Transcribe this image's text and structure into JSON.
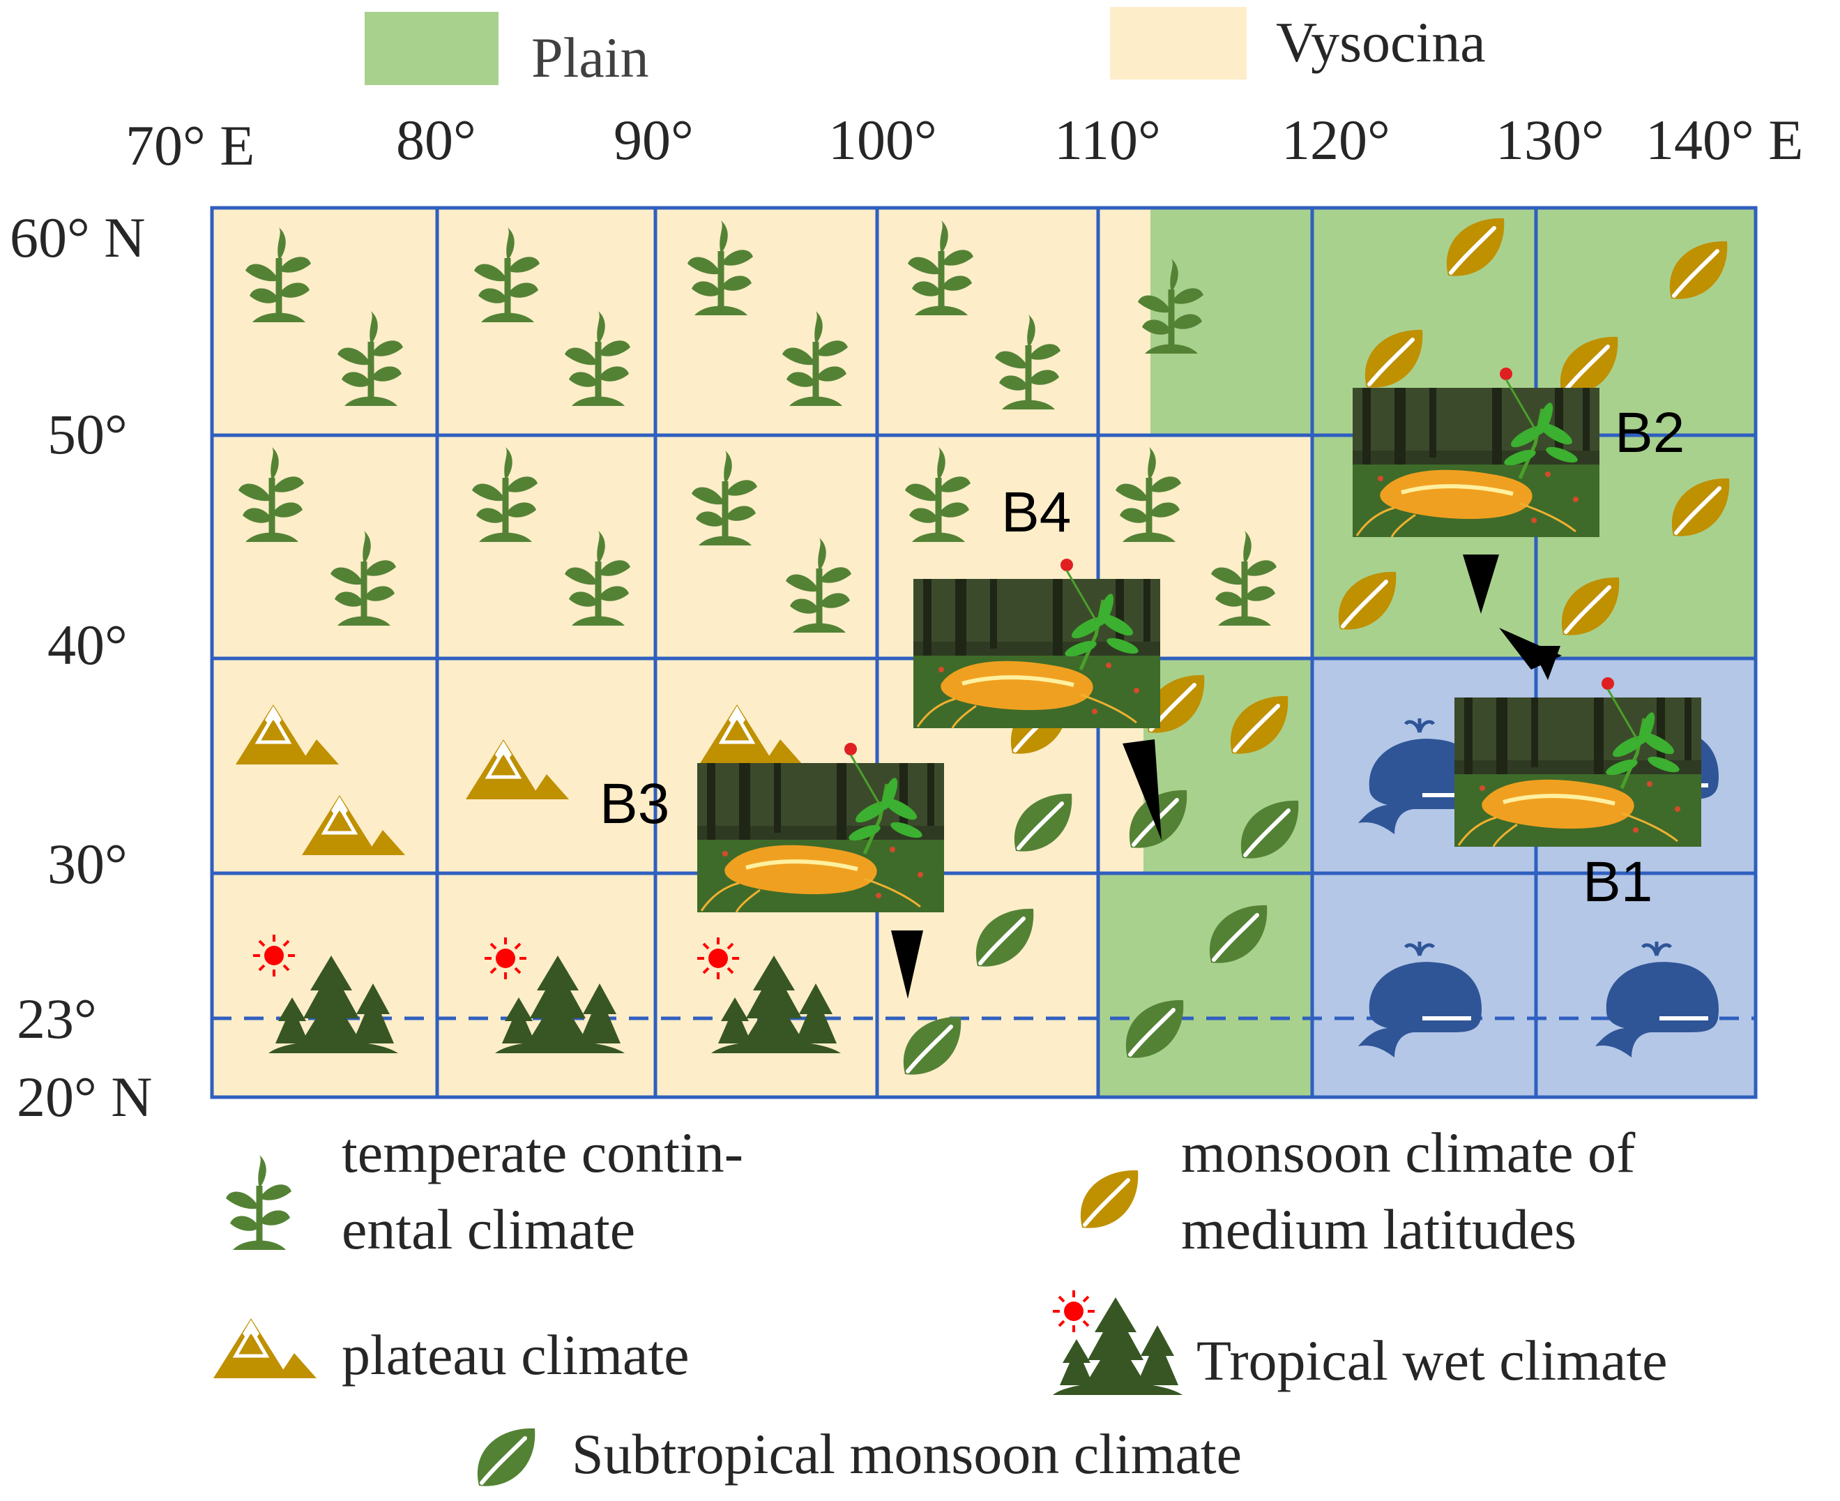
{
  "top_legend": {
    "plain": {
      "label": "Plain",
      "color": "#a9d18e"
    },
    "vysocina": {
      "label": "Vysocina",
      "color": "#fdedc9"
    }
  },
  "ocean_color": "#b4c7e7",
  "grid_line_color": "#2f5fbf",
  "longitude_labels": [
    "70° E",
    "80°",
    "90°",
    "100°",
    "110°",
    "120°",
    "130°",
    "140° E"
  ],
  "latitude_labels": [
    "60° N",
    "50°",
    "40°",
    "30°",
    "23°",
    "20° N"
  ],
  "icon_colors": {
    "temperate": "#548235",
    "monsoon_medium": "#bf9000",
    "plateau": "#bf9000",
    "subtropical": "#548235",
    "whale": "#2f5597",
    "sun": "#ff0000",
    "tree": "#375623"
  },
  "points": {
    "b1": "B1",
    "b2": "B2",
    "b3": "B3",
    "b4": "B4"
  },
  "legend": {
    "temperate": "temperate contin-|ental climate",
    "monsoon_medium": "monsoon climate of|medium latitudes",
    "plateau": "plateau climate",
    "tropical_wet": "Tropical wet climate",
    "subtropical": "Subtropical monsoon climate"
  }
}
